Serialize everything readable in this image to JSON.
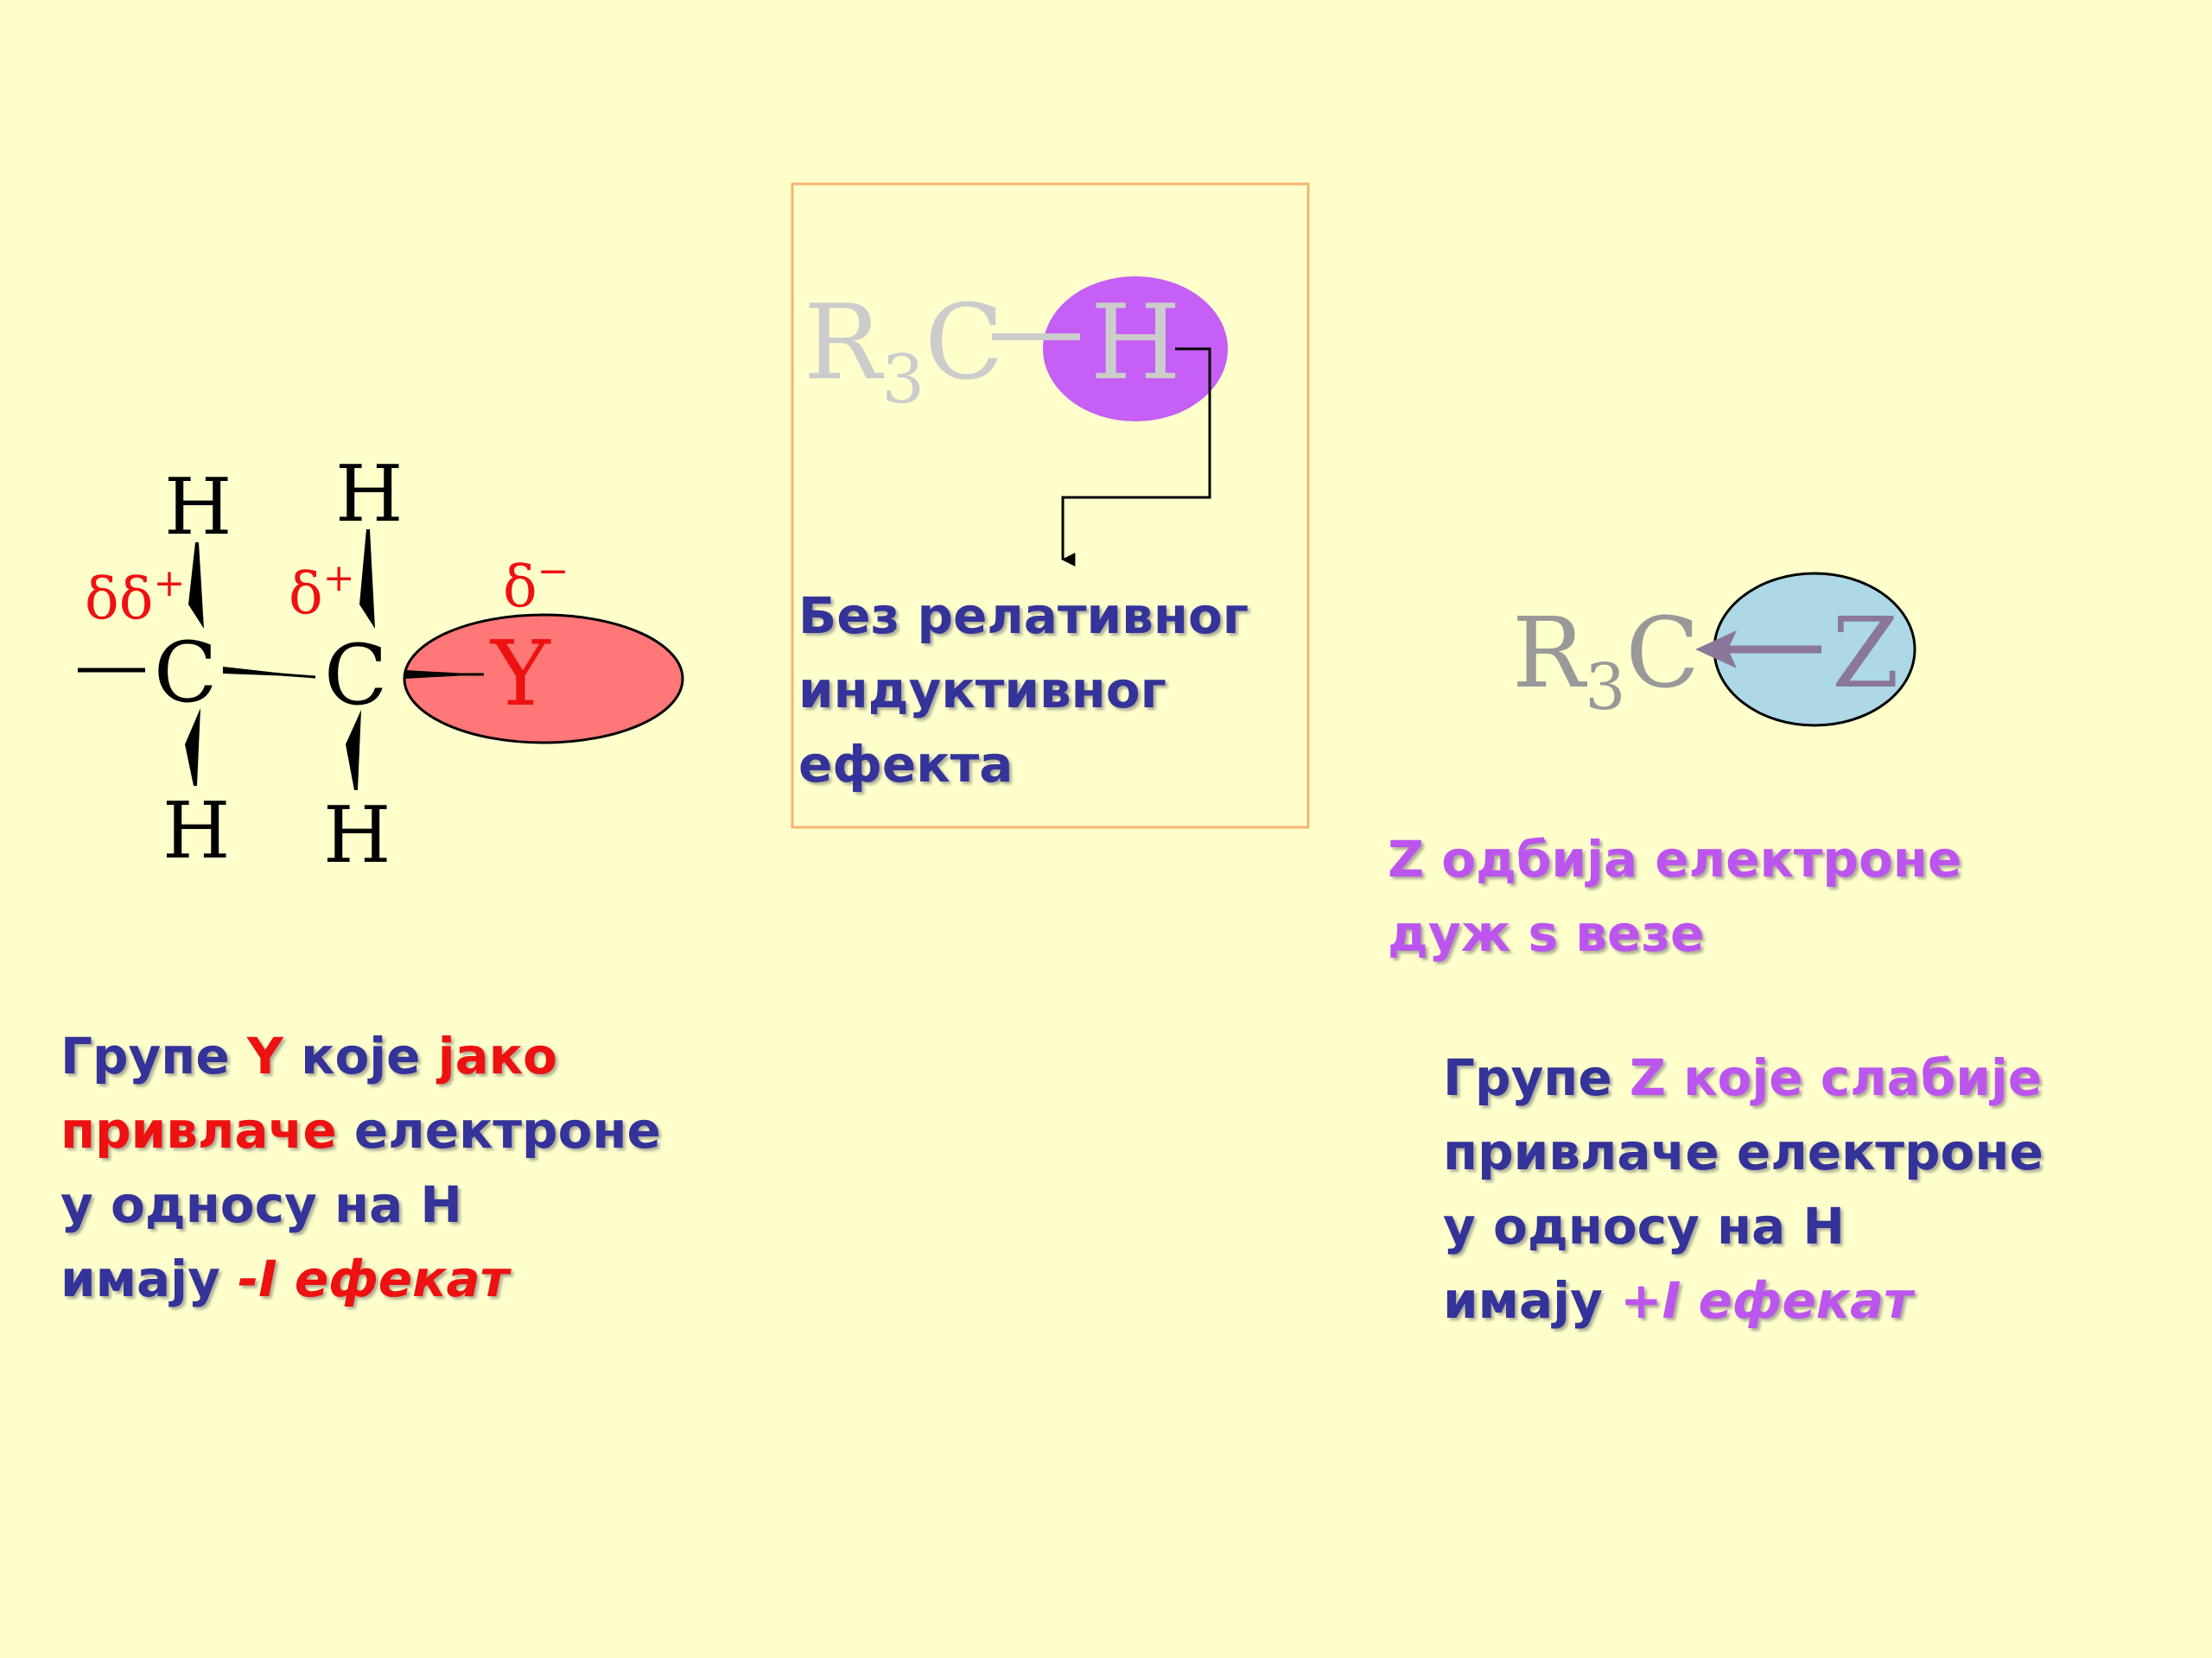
{
  "center": {
    "molecule": {
      "r": "R",
      "sub": "3",
      "c": "C",
      "h": "H"
    },
    "caption": [
      "Без релативног",
      "индуктивног",
      "ефекта"
    ],
    "colors": {
      "frame": "#f6b56e",
      "ellipse": "#c55ff5",
      "text": "#cccccc"
    }
  },
  "left": {
    "molecule": {
      "h1": "H",
      "h2": "H",
      "h3": "H",
      "h4": "H",
      "c1": "C",
      "c2": "C",
      "y": "Y",
      "delta1": "δδ",
      "plus1": "+",
      "delta2": "δ",
      "plus2": "+",
      "delta3": "δ",
      "minus3": "−"
    },
    "caption": {
      "line1_a": "Групе ",
      "line1_b": "Y",
      "line1_c": " које ",
      "line1_d": "јако",
      "line2_a": "привлаче",
      "line2_b": " електроне",
      "line3": "у односу на  H",
      "line4_a": "имају ",
      "line4_b": "-I ефекат"
    },
    "colors": {
      "ellipse": "#ff7777",
      "charges": "#ee1111"
    }
  },
  "right": {
    "molecule": {
      "r": "R",
      "sub": "3",
      "c": "C",
      "z": "Z"
    },
    "note": [
      "Z одбија електроне",
      "дуж s везе"
    ],
    "caption": {
      "line1_a": "Групе ",
      "line1_b": "Z које слабије",
      "line2": "привлаче електроне",
      "line3": "у односу на H",
      "line4_a": "имају ",
      "line4_b": "+I ефекат"
    },
    "colors": {
      "ellipse": "#add8e6",
      "arrow": "#8b7799",
      "text": "#999999"
    }
  }
}
